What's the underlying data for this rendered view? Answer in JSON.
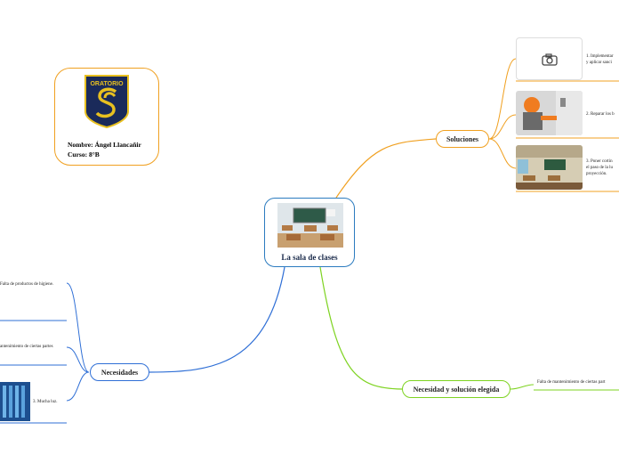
{
  "central": {
    "title": "La sala de clases"
  },
  "profile": {
    "logo_text": "ORATORIO",
    "name_line": "Nombre: Ángel Llancañir",
    "course_line": "Curso: 8°B"
  },
  "soluciones": {
    "label": "Soluciones",
    "items": [
      {
        "text": "1. Implementar\ny aplicar sanci"
      },
      {
        "text": "2. Reparar los b"
      },
      {
        "text": "3. Poner cortin\nel paso de la lu\nproyección."
      }
    ]
  },
  "necesidades": {
    "label": "Necesidades",
    "items": [
      {
        "text": "Falta de productos de higiene."
      },
      {
        "text": "antenimiento de ciertas partes"
      },
      {
        "text": "3. Mucha luz."
      }
    ]
  },
  "eleccion": {
    "label": "Necesidad y solución elegida",
    "item": "Falta de mantenimiento de ciertas part"
  },
  "colors": {
    "central": "#2b7bbf",
    "soluciones": "#f0a020",
    "necesidades": "#2f6fd6",
    "eleccion": "#7ed321"
  }
}
